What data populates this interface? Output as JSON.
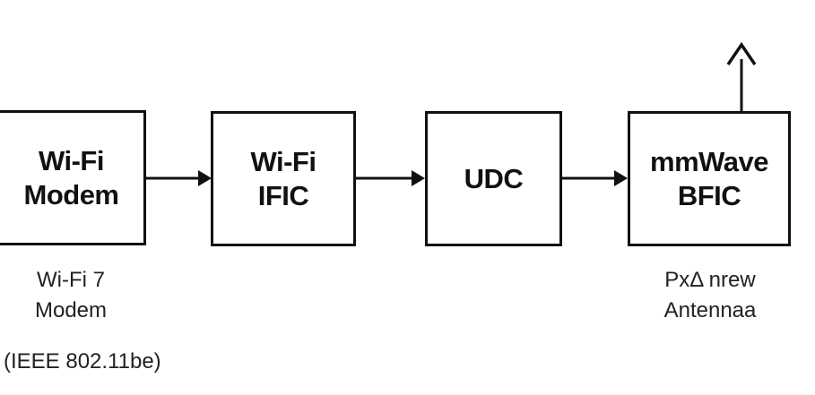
{
  "blocks": {
    "modem": {
      "line1": "Wi-Fi",
      "line2": "Modem"
    },
    "ific": {
      "line1": "Wi-Fi",
      "line2": "IFIC"
    },
    "udc": {
      "line1": "UDC"
    },
    "bfic": {
      "line1": "mmWave",
      "line2": "BFIC"
    }
  },
  "captions": {
    "modem": {
      "line1": "Wi-Fi 7",
      "line2": "Modem"
    },
    "standard": "(IEEE 802.11be)",
    "antenna": {
      "line1": "PxΔ nrew",
      "line2": "Antennaa"
    }
  },
  "colors": {
    "stroke": "#111111",
    "text": "#111111",
    "caption_text": "#222222",
    "background": "#ffffff"
  }
}
